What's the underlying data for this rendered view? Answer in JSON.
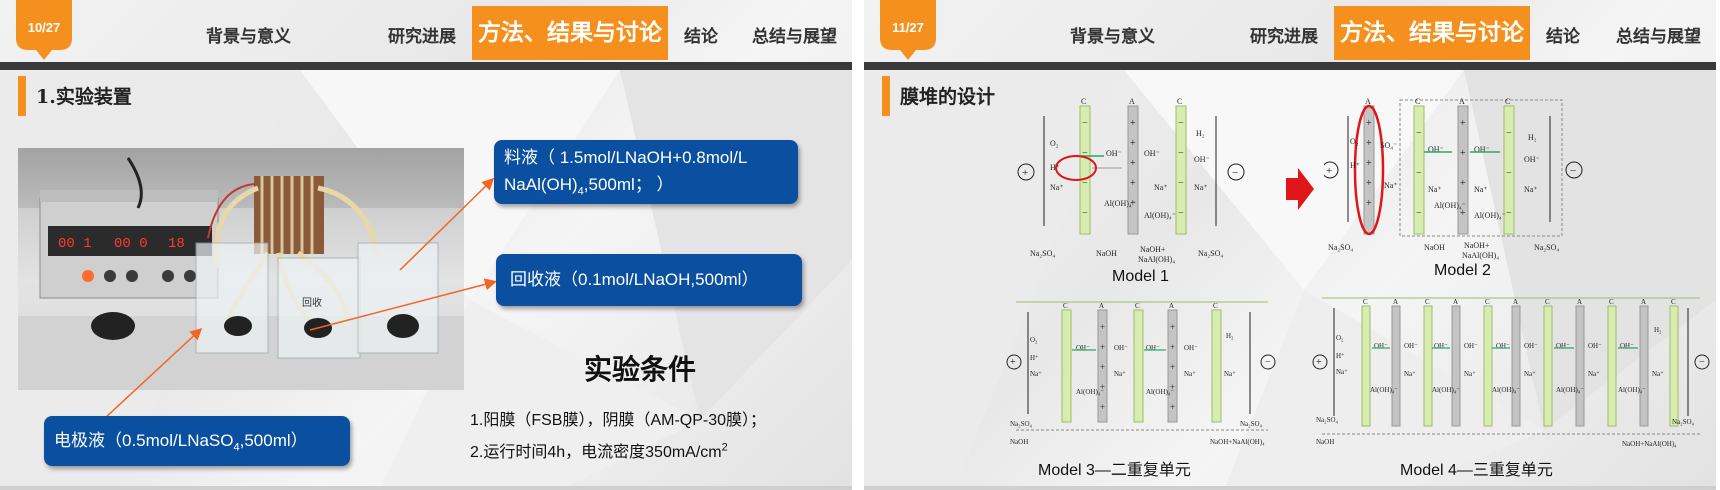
{
  "left_slide": {
    "page_badge": "10/27",
    "nav": [
      "背景与意义",
      "研究进展",
      "方法、结果与讨论",
      "结论",
      "总结与展望"
    ],
    "section_title": "1.实验装置",
    "photo": {
      "meter_reading_1": "00 1",
      "meter_reading_2": "00 0",
      "meter_reading_3": "18",
      "beaker_label": "回收"
    },
    "boxes": {
      "feed_line1": "料液（ 1.5mol/LNaOH+0.8mol/L",
      "feed_line2_a": "NaAl(OH)",
      "feed_line2_sub": "4",
      "feed_line2_b": ",500ml； ）",
      "recovery": "回收液（0.1mol/LNaOH,500ml）",
      "electrode_a": "电极液（0.5mol/LNaSO",
      "electrode_sub": "4",
      "electrode_b": ",500ml）"
    },
    "conditions": {
      "title": "实验条件",
      "line1": "1.阳膜（FSB膜），阴膜（AM-QP-30膜）；",
      "line2_a": "2.运行时间4h，电流密度350mA/cm",
      "line2_sup": "2"
    },
    "colors": {
      "accent": "#f5901f",
      "box_blue": "#0a4fa0",
      "header_line": "#3a3a3a"
    }
  },
  "right_slide": {
    "page_badge": "11/27",
    "nav": [
      "背景与意义",
      "研究进展",
      "方法、结果与讨论",
      "结论",
      "总结与展望"
    ],
    "section_title": "膜堆的设计",
    "diagram_labels": {
      "c": "C",
      "a": "A",
      "o2": "O₂",
      "h2": "H₂",
      "h_plus": "H⁺",
      "na_plus": "Na⁺",
      "oh_minus": "OH⁻",
      "aloh4": "Al(OH)₄⁻",
      "so4": "SO₄⁻",
      "na2so4": "Na₂SO₄",
      "naoh": "NaOH",
      "naoh_naaloh4_a": "NaOH+",
      "naoh_naaloh4_b": "NaAl(OH)₄",
      "naoh_plus_naaloh4": "NaOH+NaAl(OH)₄",
      "plus": "+",
      "minus": "−"
    },
    "captions": {
      "model1": "Model 1",
      "model2": "Model 2",
      "model3": "Model 3—二重复单元",
      "model4": "Model 4—三重复单元"
    },
    "colors": {
      "accent": "#f5901f",
      "highlight_red": "#e0161b",
      "cation_green": "#d8ecb0",
      "anion_gray": "#c4c4c4"
    }
  }
}
